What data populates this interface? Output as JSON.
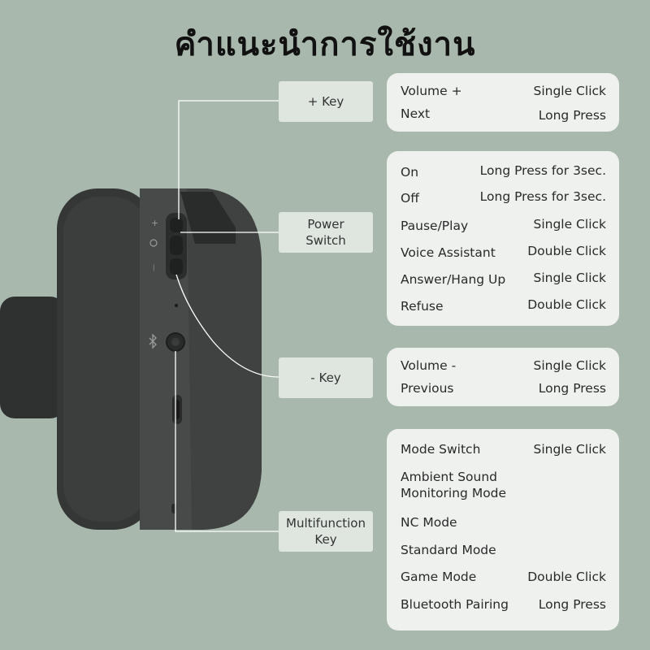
{
  "title": "คำแนะนำการใช้งาน",
  "callouts": {
    "plus_key": "+ Key",
    "power_switch": "Power\nSwitch",
    "minus_key": "- Key",
    "multifunction_key": "Multifunction\nKey"
  },
  "device_marks": {
    "plus": "+",
    "minus": "—"
  },
  "panels": {
    "plus": [
      {
        "action": "Volume +",
        "gesture": "Single Click"
      },
      {
        "action": "Next",
        "gesture": "Long Press"
      }
    ],
    "power": [
      {
        "action": "On",
        "gesture": "Long Press for 3sec."
      },
      {
        "action": "Off",
        "gesture": "Long Press for 3sec."
      },
      {
        "action": "Pause/Play",
        "gesture": "Single Click"
      },
      {
        "action": "Voice Assistant",
        "gesture": "Double Click"
      },
      {
        "action": "Answer/Hang Up",
        "gesture": "Single Click"
      },
      {
        "action": "Refuse",
        "gesture": "Double Click"
      }
    ],
    "minus": [
      {
        "action": "Volume  -",
        "gesture": "Single Click"
      },
      {
        "action": "Previous",
        "gesture": "Long Press"
      }
    ],
    "multi": [
      {
        "action": "Mode Switch",
        "gesture": "Single Click"
      },
      {
        "action": "Ambient Sound\nMonitoring Mode",
        "gesture": ""
      },
      {
        "action": "NC Mode",
        "gesture": ""
      },
      {
        "action": "Standard Mode",
        "gesture": ""
      },
      {
        "action": "Game Mode",
        "gesture": "Double Click"
      },
      {
        "action": "Bluetooth Pairing",
        "gesture": "Long Press"
      }
    ]
  },
  "colors": {
    "background": "#a9b8ac",
    "panel": "#eef1ee",
    "label": "#dfe6df",
    "headphone": "#3b3d3d"
  }
}
